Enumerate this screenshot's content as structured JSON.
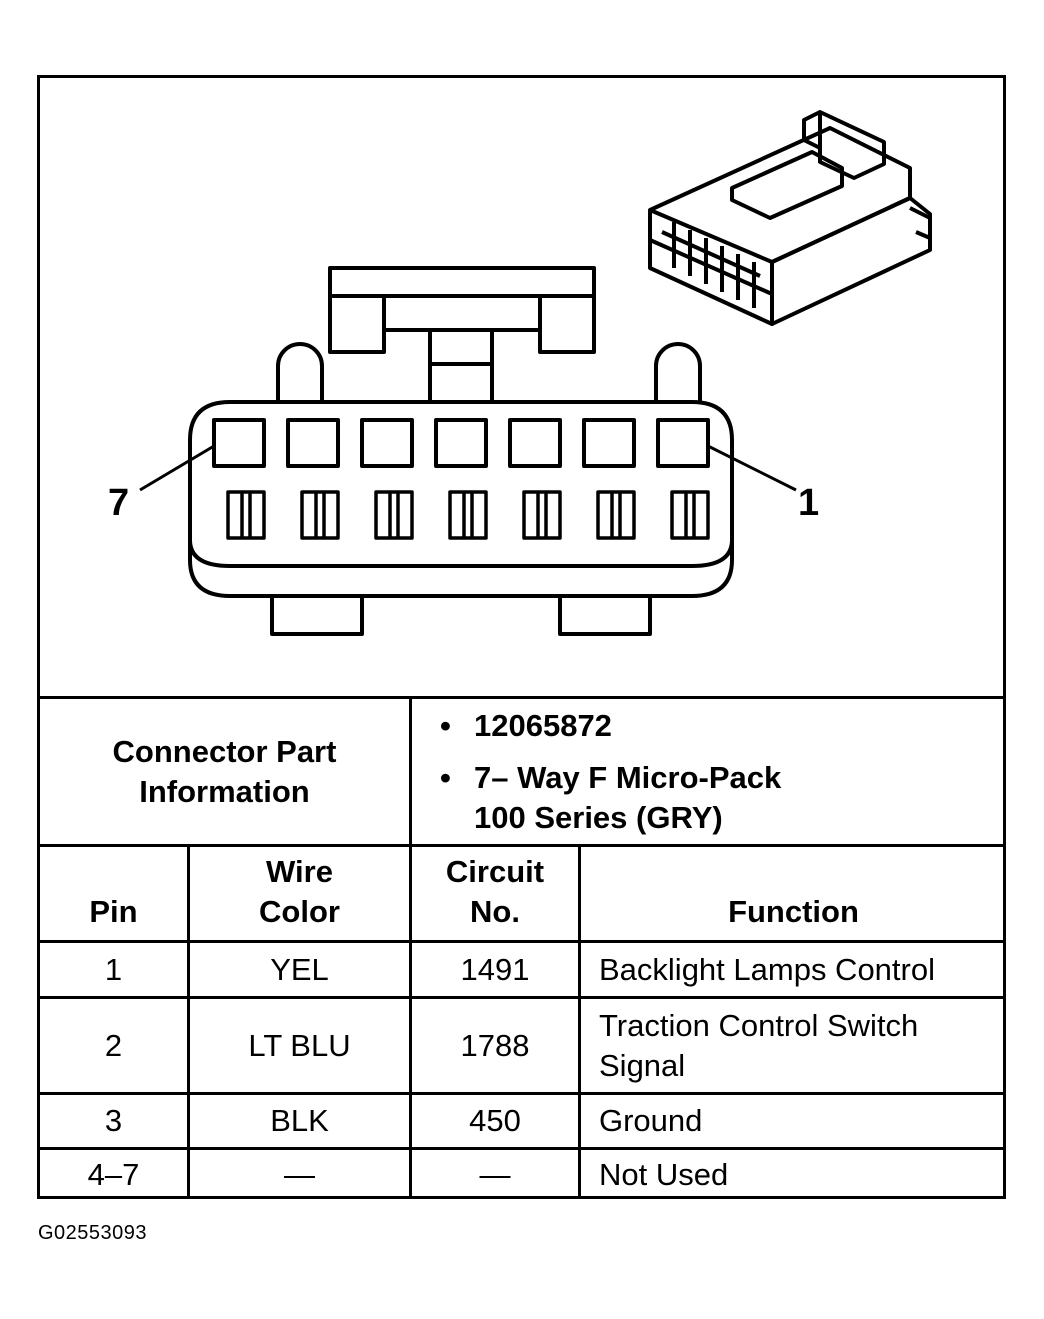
{
  "diagram": {
    "pin_labels": {
      "left": "7",
      "right": "1"
    }
  },
  "connector_info": {
    "label": "Connector Part Information",
    "part_number": "12065872",
    "description_line1": "7– Way F Micro-Pack",
    "description_line2": "100 Series (GRY)",
    "bullet": "•"
  },
  "table": {
    "headers": {
      "pin": "Pin",
      "wire_color_line1": "Wire",
      "wire_color_line2": "Color",
      "circuit_line1": "Circuit",
      "circuit_line2": "No.",
      "function": "Function"
    },
    "rows": [
      {
        "pin": "1",
        "wire_color": "YEL",
        "circuit": "1491",
        "function": "Backlight Lamps Control"
      },
      {
        "pin": "2",
        "wire_color": "LT BLU",
        "circuit": "1788",
        "function": "Traction Control Switch Signal"
      },
      {
        "pin": "3",
        "wire_color": "BLK",
        "circuit": "450",
        "function": "Ground"
      },
      {
        "pin": "4–7",
        "wire_color": "—",
        "circuit": "—",
        "function": "Not Used"
      }
    ]
  },
  "figure_id": "G02553093"
}
